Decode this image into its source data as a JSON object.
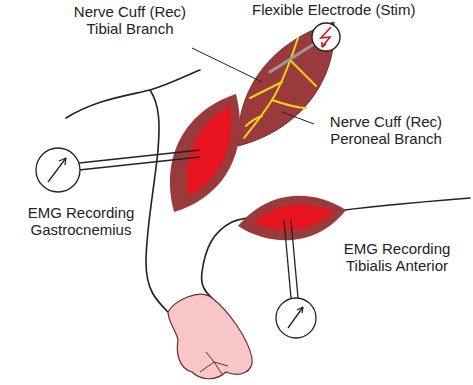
{
  "diagram": {
    "labels": [
      "Nerve Cuff (Rec) Tibial Branch",
      "Flexible Electrode (Stim)",
      "Nerve Cuff (Rec) Peroneal Branch",
      "EMG Recording Gastrocnemius",
      "EMG Recording Tibialis Anterior"
    ]
  }
}
